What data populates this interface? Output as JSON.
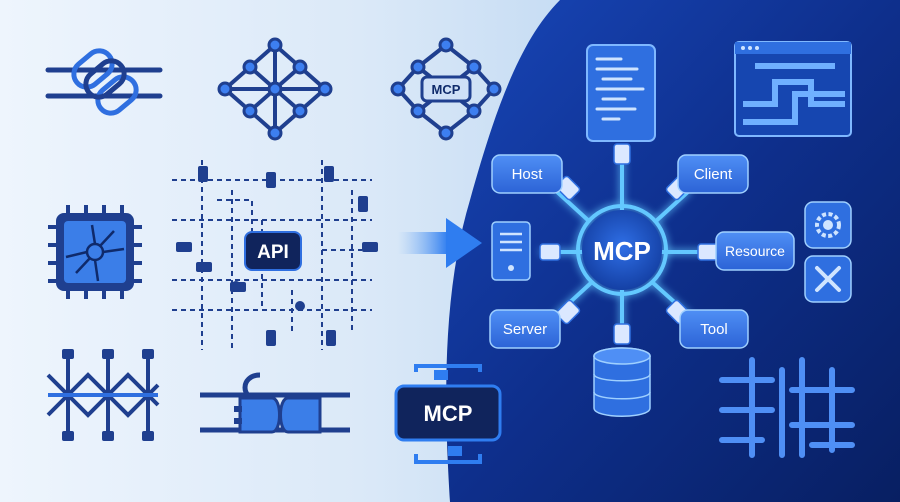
{
  "center_label": "MCP",
  "api_label": "API",
  "mcp_badge_small": "MCP",
  "mcp_box_label": "MCP",
  "nodes": {
    "host": "Host",
    "client": "Client",
    "resource": "Resource",
    "server": "Server",
    "tool": "Tool"
  },
  "icons": {
    "left": [
      "chain-link-icon",
      "network-mesh-icon",
      "mcp-network-icon",
      "chip-icon",
      "api-circuit-icon",
      "plug-mesh-icon",
      "plug-connector-icon",
      "mcp-box-icon"
    ],
    "right": [
      "code-document-icon",
      "pipe-window-icon",
      "server-tower-icon",
      "gear-icon",
      "wrench-icon",
      "database-icon",
      "pipeline-icon"
    ]
  },
  "colors": {
    "dark_panel": "#0a2a7a",
    "accent": "#3d7ff0",
    "icon_stroke": "#1f3f8f",
    "glow": "#63c8ff"
  }
}
